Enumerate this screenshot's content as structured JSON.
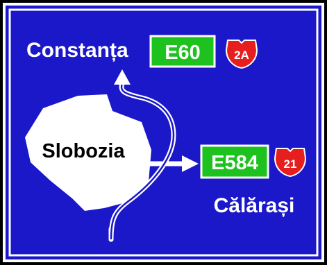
{
  "sign": {
    "colors": {
      "background": "#1a18c9",
      "frame": "#000000",
      "inner_border": "#ffffff",
      "text": "#ffffff",
      "e_route_bg": "#1ec21e",
      "national_route_bg": "#e61e1e"
    },
    "destinations": {
      "top": {
        "name": "Constanța",
        "e_route": "E60",
        "national_route": "2A"
      },
      "center": {
        "name": "Slobozia"
      },
      "right": {
        "name": "Călărași",
        "e_route": "E584",
        "national_route": "21"
      }
    }
  }
}
